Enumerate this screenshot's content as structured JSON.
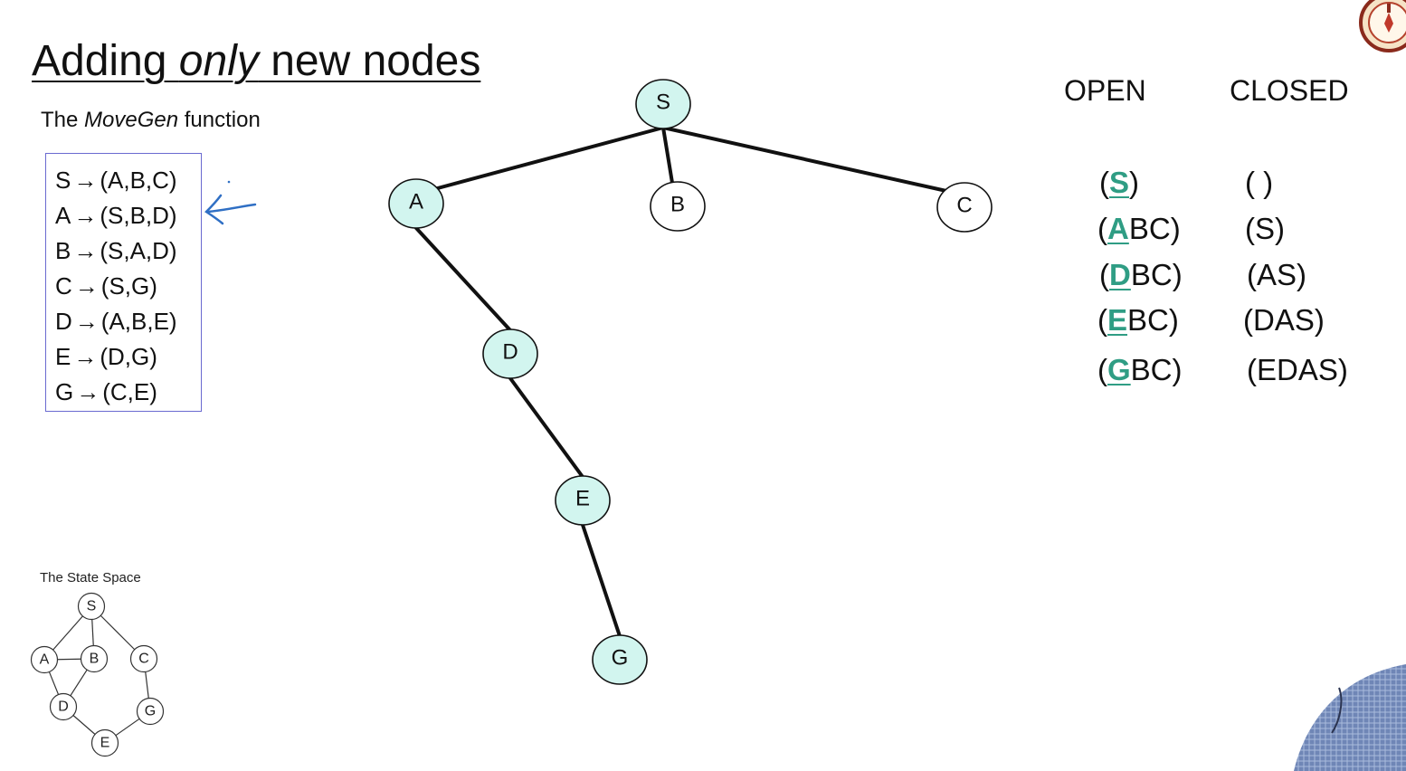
{
  "title": {
    "prefix": "Adding ",
    "emph": "only",
    "suffix": " new nodes"
  },
  "movegen": {
    "caption_prefix": "The ",
    "caption_emph": "MoveGen",
    "caption_suffix": " function",
    "arrow_glyph": "→",
    "rules": [
      {
        "from": "S",
        "to": "(A,B,C)"
      },
      {
        "from": "A",
        "to": "(S,B,D)"
      },
      {
        "from": "B",
        "to": "(S,A,D)"
      },
      {
        "from": "C",
        "to": "(S,G)"
      },
      {
        "from": "D",
        "to": "(A,B,E)"
      },
      {
        "from": "E",
        "to": "(D,G)"
      },
      {
        "from": "G",
        "to": "(C,E)"
      }
    ]
  },
  "search_tree": {
    "nodes": [
      {
        "label": "S",
        "visited": true
      },
      {
        "label": "A",
        "visited": true
      },
      {
        "label": "B",
        "visited": false
      },
      {
        "label": "C",
        "visited": false
      },
      {
        "label": "D",
        "visited": true
      },
      {
        "label": "E",
        "visited": true
      },
      {
        "label": "G",
        "visited": true
      }
    ],
    "edges": [
      [
        "S",
        "A"
      ],
      [
        "S",
        "B"
      ],
      [
        "S",
        "C"
      ],
      [
        "A",
        "D"
      ],
      [
        "D",
        "E"
      ],
      [
        "E",
        "G"
      ]
    ]
  },
  "state_space": {
    "caption": "The State Space",
    "nodes": [
      "S",
      "A",
      "B",
      "C",
      "D",
      "G",
      "E"
    ],
    "edges": [
      [
        "S",
        "A"
      ],
      [
        "S",
        "B"
      ],
      [
        "S",
        "C"
      ],
      [
        "A",
        "B"
      ],
      [
        "A",
        "D"
      ],
      [
        "B",
        "D"
      ],
      [
        "C",
        "G"
      ],
      [
        "D",
        "E"
      ],
      [
        "E",
        "G"
      ]
    ]
  },
  "lists": {
    "open_heading": "OPEN",
    "closed_heading": "CLOSED",
    "rows": [
      {
        "open_head": "S",
        "open_rest": "",
        "closed": "( )"
      },
      {
        "open_head": "A",
        "open_rest": "BC",
        "closed": "(S)"
      },
      {
        "open_head": "D",
        "open_rest": "BC",
        "closed": "(AS)"
      },
      {
        "open_head": "E",
        "open_rest": "BC",
        "closed": "(DAS)"
      },
      {
        "open_head": "G",
        "open_rest": "BC",
        "closed": "(EDAS)"
      }
    ]
  },
  "colors": {
    "visited_fill": "#d2f5ef",
    "unvisited_fill": "#ffffff",
    "highlight": "#2f9d84",
    "annotation_ink": "#2f6fc4",
    "box_border": "#6a6ad0"
  }
}
